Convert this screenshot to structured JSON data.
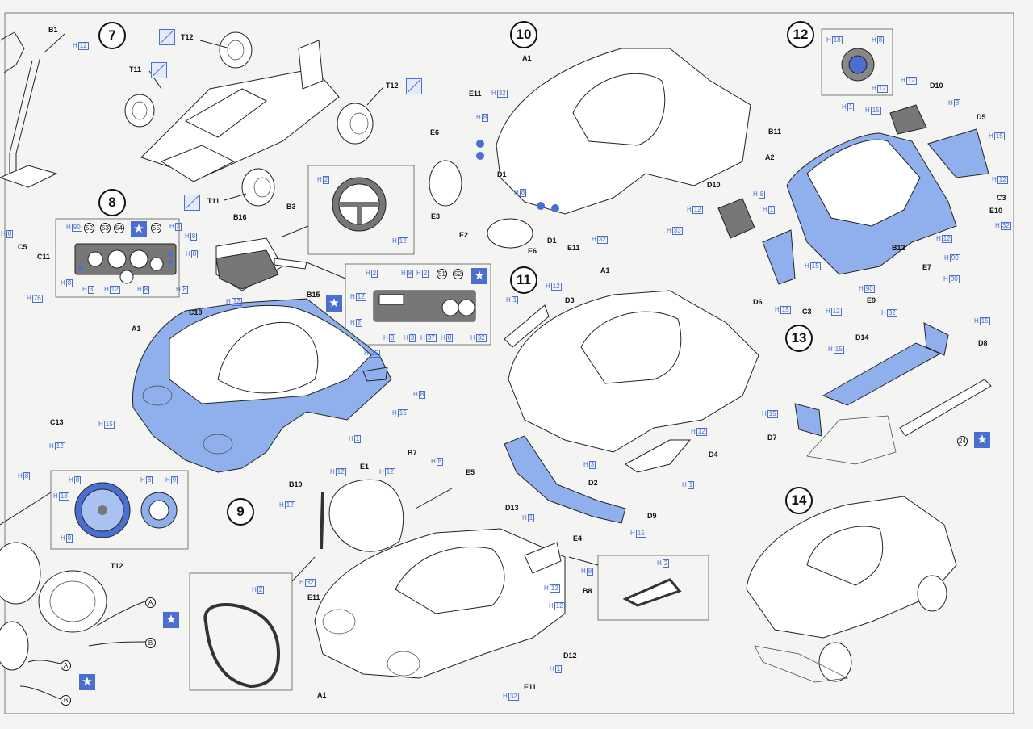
{
  "steps": [
    "7",
    "8",
    "9",
    "10",
    "11",
    "12",
    "13",
    "14"
  ],
  "parts": [
    "B1",
    "T12",
    "T11",
    "T12",
    "T11",
    "B16",
    "B3",
    "B15",
    "C10",
    "A1",
    "C5",
    "C11",
    "C13",
    "T12",
    "B10",
    "E1",
    "B7",
    "E5",
    "D13",
    "E4",
    "B8",
    "E11",
    "D12",
    "E11",
    "A1",
    "A1",
    "E11",
    "E6",
    "D1",
    "E3",
    "E2",
    "D1",
    "E6",
    "E11",
    "A1",
    "D3",
    "D2",
    "D4",
    "D9",
    "A2",
    "B11",
    "D10",
    "D5",
    "C3",
    "E10",
    "D10",
    "D6",
    "C3",
    "B12",
    "E7",
    "E9",
    "D14",
    "D8",
    "D7"
  ],
  "colors": {
    "blue": "#4a6fcf",
    "fill": "#8fb0ec",
    "grey": "#777777"
  },
  "icons": [
    "star-icon",
    "no-cement-icon",
    "decal-number-icon"
  ]
}
